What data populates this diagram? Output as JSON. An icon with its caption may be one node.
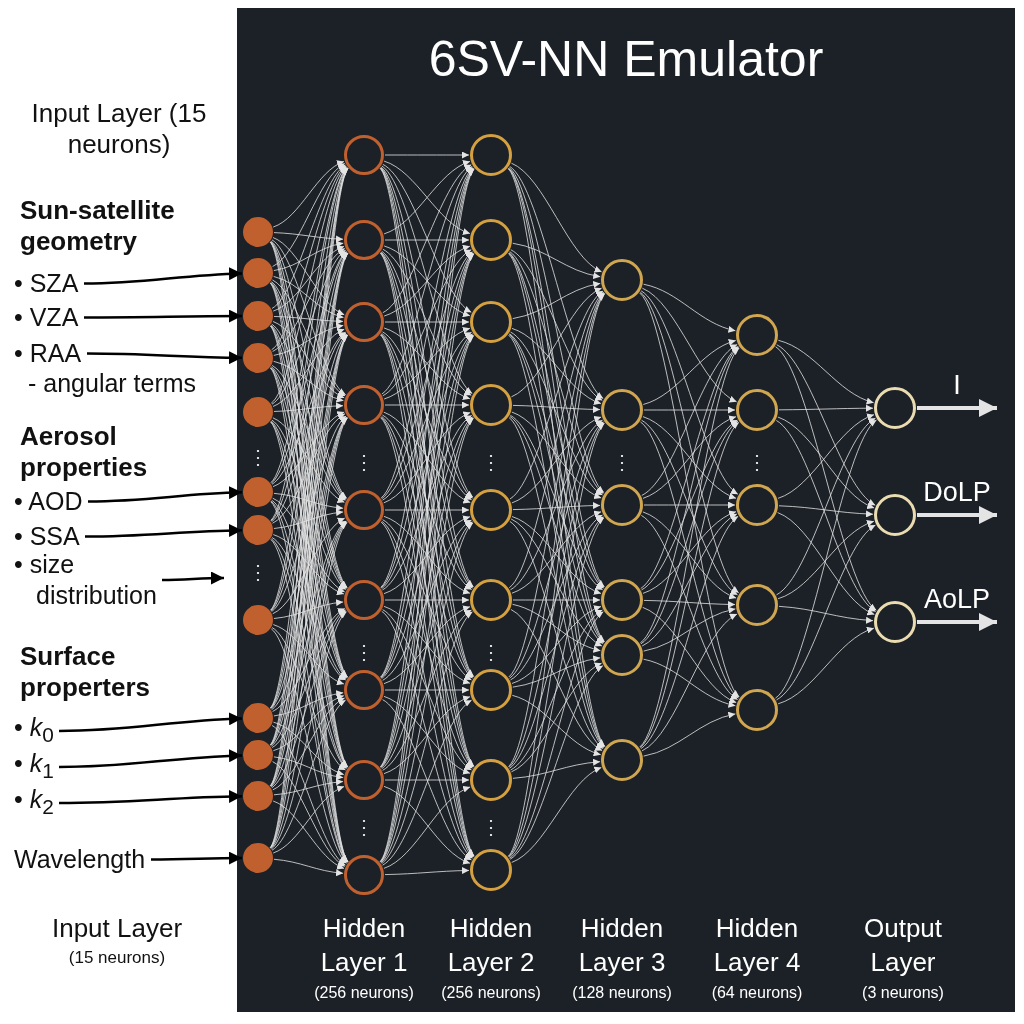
{
  "diagram": {
    "title": "6SV-NN Emulator",
    "nodes": [
      {
        "text": [
          "• SZA"
        ]
      },
      {
        "text": [
          "• VZA"
        ]
      },
      {
        "text": [
          "• RAA"
        ]
      },
      {
        "text": [
          "• AOD"
        ]
      },
      {
        "text": [
          "• SSA"
        ]
      },
      {
        "text": [
          "• size distribution"
        ]
      },
      {
        "text": [
          "• *k*$_{0}$"
        ]
      },
      {
        "text": [
          "• *k*$_{1}$"
        ]
      },
      {
        "text": [
          "• *k*$_{2}$"
        ]
      },
      {
        "text": [
          "Wavelength"
        ]
      },
      {
        "text": [],
        "shape": "circle"
      },
      {
        "text": [],
        "shape": "circle"
      },
      {
        "text": [],
        "shape": "circle"
      },
      {
        "text": [],
        "shape": "circle"
      },
      {
        "text": [],
        "shape": "circle"
      },
      {
        "text": [],
        "shape": "circle"
      },
      {
        "text": [],
        "shape": "circle"
      },
      {
        "text": [],
        "shape": "circle"
      },
      {
        "text": [],
        "shape": "circle"
      },
      {
        "text": [],
        "shape": "circle"
      },
      {
        "text": [],
        "shape": "circle"
      },
      {
        "text": [],
        "shape": "circle"
      },
      {
        "text": [],
        "shape": "circle"
      },
      {
        "text": [],
        "shape": "circle"
      },
      {
        "text": [],
        "shape": "circle"
      },
      {
        "text": [],
        "shape": "circle"
      },
      {
        "text": [],
        "shape": "circle"
      },
      {
        "text": [],
        "shape": "circle"
      },
      {
        "text": [],
        "shape": "circle"
      },
      {
        "text": [],
        "shape": "circle"
      },
      {
        "text": [],
        "shape": "circle"
      },
      {
        "text": [],
        "shape": "circle"
      },
      {
        "text": [],
        "shape": "circle"
      },
      {
        "text": [],
        "shape": "circle"
      },
      {
        "text": [],
        "shape": "circle"
      },
      {
        "text": [],
        "shape": "circle"
      },
      {
        "text": [],
        "shape": "circle"
      },
      {
        "text": [],
        "shape": "circle"
      },
      {
        "text": [],
        "shape": "circle"
      },
      {
        "text": [],
        "shape": "circle"
      },
      {
        "text": [],
        "shape": "circle"
      },
      {
        "text": [],
        "shape": "circle"
      },
      {
        "text": [],
        "shape": "circle"
      },
      {
        "text": [],
        "shape": "circle"
      },
      {
        "text": [],
        "shape": "circle"
      },
      {
        "text": [],
        "shape": "circle"
      },
      {
        "text": [],
        "shape": "circle"
      },
      {
        "text": [],
        "shape": "circle"
      },
      {
        "text": [],
        "shape": "circle"
      },
      {
        "text": [],
        "shape": "circle"
      },
      {
        "text": [],
        "shape": "circle"
      },
      {
        "text": [],
        "shape": "circle"
      },
      {
        "text": [],
        "shape": "circle"
      },
      {
        "text": [],
        "shape": "circle"
      }
    ],
    "edges": [
      {
        "from": 0,
        "to": 11,
        "arrow": "to",
        "color": "#000000"
      },
      {
        "from": 1,
        "to": 12,
        "arrow": "to",
        "color": "#000000"
      },
      {
        "from": 2,
        "to": 13,
        "arrow": "to",
        "color": "#000000"
      },
      {
        "from": 3,
        "to": 15,
        "arrow": "to",
        "color": "#000000"
      },
      {
        "from": 4,
        "to": 16,
        "arrow": "to",
        "color": "#000000"
      },
      {
        "from": 5,
        "to": null,
        "arrow": "to",
        "color": "#000000"
      },
      {
        "from": 6,
        "to": 18,
        "arrow": "to",
        "color": "#000000"
      },
      {
        "from": 7,
        "to": 19,
        "arrow": "to",
        "color": "#000000"
      },
      {
        "from": 8,
        "to": 20,
        "arrow": "to",
        "color": "#000000"
      },
      {
        "from": 9,
        "to": 21,
        "arrow": "to",
        "color": "#000000"
      },
      {
        "from": 10,
        "to": 22,
        "arrow": "to"
      },
      {
        "from": 10,
        "to": 23,
        "arrow": "to"
      },
      {
        "from": 10,
        "to": 24,
        "arrow": "to"
      },
      {
        "from": 10,
        "to": 25,
        "arrow": "to"
      },
      {
        "from": 10,
        "to": 26,
        "arrow": "to"
      },
      {
        "from": 10,
        "to": 27,
        "arrow": "to"
      },
      {
        "from": 10,
        "to": 28,
        "arrow": "to"
      },
      {
        "from": 10,
        "to": 29,
        "arrow": "to"
      },
      {
        "from": 10,
        "to": 30,
        "arrow": "to"
      },
      {
        "from": 11,
        "to": 22,
        "arrow": "to"
      },
      {
        "from": 11,
        "to": 23,
        "arrow": "to"
      },
      {
        "from": 11,
        "to": 24,
        "arrow": "to"
      },
      {
        "from": 11,
        "to": 25,
        "arrow": "to"
      },
      {
        "from": 11,
        "to": 26,
        "arrow": "to"
      },
      {
        "from": 11,
        "to": 27,
        "arrow": "to"
      },
      {
        "from": 11,
        "to": 28,
        "arrow": "to"
      },
      {
        "from": 11,
        "to": 29,
        "arrow": "to"
      },
      {
        "from": 11,
        "to": 30,
        "arrow": "to"
      },
      {
        "from": 12,
        "to": 22,
        "arrow": "to"
      },
      {
        "from": 12,
        "to": 23,
        "arrow": "to"
      },
      {
        "from": 12,
        "to": 24,
        "arrow": "to"
      },
      {
        "from": 12,
        "to": 25,
        "arrow": "to"
      },
      {
        "from": 12,
        "to": 26,
        "arrow": "to"
      },
      {
        "from": 12,
        "to": 27,
        "arrow": "to"
      },
      {
        "from": 12,
        "to": 28,
        "arrow": "to"
      },
      {
        "from": 12,
        "to": 29,
        "arrow": "to"
      },
      {
        "from": 12,
        "to": 30,
        "arrow": "to"
      },
      {
        "from": 13,
        "to": 22,
        "arrow": "to"
      },
      {
        "from": 13,
        "to": 23,
        "arrow": "to"
      },
      {
        "from": 13,
        "to": 24,
        "arrow": "to"
      },
      {
        "from": 13,
        "to": 25,
        "arrow": "to"
      },
      {
        "from": 13,
        "to": 26,
        "arrow": "to"
      },
      {
        "from": 13,
        "to": 27,
        "arrow": "to"
      },
      {
        "from": 13,
        "to": 28,
        "arrow": "to"
      },
      {
        "from": 13,
        "to": 29,
        "arrow": "to"
      },
      {
        "from": 13,
        "to": 30,
        "arrow": "to"
      },
      {
        "from": 14,
        "to": 22,
        "arrow": "to"
      },
      {
        "from": 14,
        "to": 23,
        "arrow": "to"
      },
      {
        "from": 14,
        "to": 24,
        "arrow": "to"
      },
      {
        "from": 14,
        "to": 25,
        "arrow": "to"
      },
      {
        "from": 14,
        "to": 26,
        "arrow": "to"
      },
      {
        "from": 14,
        "to": 27,
        "arrow": "to"
      },
      {
        "from": 14,
        "to": 28,
        "arrow": "to"
      },
      {
        "from": 14,
        "to": 29,
        "arrow": "to"
      },
      {
        "from": 14,
        "to": 30,
        "arrow": "to"
      },
      {
        "from": 15,
        "to": 22,
        "arrow": "to"
      },
      {
        "from": 15,
        "to": 23,
        "arrow": "to"
      },
      {
        "from": 15,
        "to": 24,
        "arrow": "to"
      },
      {
        "from": 15,
        "to": 25,
        "arrow": "to"
      },
      {
        "from": 15,
        "to": 26,
        "arrow": "to"
      },
      {
        "from": 15,
        "to": 27,
        "arrow": "to"
      },
      {
        "from": 15,
        "to": 28,
        "arrow": "to"
      },
      {
        "from": 15,
        "to": 29,
        "arrow": "to"
      },
      {
        "from": 15,
        "to": 30,
        "arrow": "to"
      },
      {
        "from": 16,
        "to": 22,
        "arrow": "to"
      },
      {
        "from": 16,
        "to": 23,
        "arrow": "to"
      },
      {
        "from": 16,
        "to": 24,
        "arrow": "to"
      },
      {
        "from": 16,
        "to": 25,
        "arrow": "to"
      },
      {
        "from": 16,
        "to": 26,
        "arrow": "to"
      },
      {
        "from": 16,
        "to": 27,
        "arrow": "to"
      },
      {
        "from": 16,
        "to": 28,
        "arrow": "to"
      },
      {
        "from": 16,
        "to": 29,
        "arrow": "to"
      },
      {
        "from": 16,
        "to": 30,
        "arrow": "to"
      },
      {
        "from": 17,
        "to": 22,
        "arrow": "to"
      },
      {
        "from": 17,
        "to": 23,
        "arrow": "to"
      },
      {
        "from": 17,
        "to": 24,
        "arrow": "to"
      },
      {
        "from": 17,
        "to": 25,
        "arrow": "to"
      },
      {
        "from": 17,
        "to": 26,
        "arrow": "to"
      },
      {
        "from": 17,
        "to": 27,
        "arrow": "to"
      },
      {
        "from": 17,
        "to": 28,
        "arrow": "to"
      },
      {
        "from": 17,
        "to": 29,
        "arrow": "to"
      },
      {
        "from": 17,
        "to": 30,
        "arrow": "to"
      },
      {
        "from": 18,
        "to": 22,
        "arrow": "to"
      },
      {
        "from": 18,
        "to": 23,
        "arrow": "to"
      },
      {
        "from": 18,
        "to": 24,
        "arrow": "to"
      },
      {
        "from": 18,
        "to": 25,
        "arrow": "to"
      },
      {
        "from": 18,
        "to": 26,
        "arrow": "to"
      },
      {
        "from": 18,
        "to": 27,
        "arrow": "to"
      },
      {
        "from": 18,
        "to": 28,
        "arrow": "to"
      },
      {
        "from": 18,
        "to": 29,
        "arrow": "to"
      },
      {
        "from": 18,
        "to": 30,
        "arrow": "to"
      },
      {
        "from": 19,
        "to": 22,
        "arrow": "to"
      },
      {
        "from": 19,
        "to": 23,
        "arrow": "to"
      },
      {
        "from": 19,
        "to": 24,
        "arrow": "to"
      },
      {
        "from": 19,
        "to": 25,
        "arrow": "to"
      },
      {
        "from": 19,
        "to": 26,
        "arrow": "to"
      },
      {
        "from": 19,
        "to": 27,
        "arrow": "to"
      },
      {
        "from": 19,
        "to": 28,
        "arrow": "to"
      },
      {
        "from": 19,
        "to": 29,
        "arrow": "to"
      },
      {
        "from": 19,
        "to": 30,
        "arrow": "to"
      },
      {
        "from": 20,
        "to": 22,
        "arrow": "to"
      },
      {
        "from": 20,
        "to": 23,
        "arrow": "to"
      },
      {
        "from": 20,
        "to": 24,
        "arrow": "to"
      },
      {
        "from": 20,
        "to": 25,
        "arrow": "to"
      },
      {
        "from": 20,
        "to": 26,
        "arrow": "to"
      },
      {
        "from": 20,
        "to": 27,
        "arrow": "to"
      },
      {
        "from": 20,
        "to": 28,
        "arrow": "to"
      },
      {
        "from": 20,
        "to": 29,
        "arrow": "to"
      },
      {
        "from": 20,
        "to": 30,
        "arrow": "to"
      },
      {
        "from": 21,
        "to": 22,
        "arrow": "to"
      },
      {
        "from": 21,
        "to": 23,
        "arrow": "to"
      },
      {
        "from": 21,
        "to": 24,
        "arrow": "to"
      },
      {
        "from": 21,
        "to": 25,
        "arrow": "to"
      },
      {
        "from": 21,
        "to": 26,
        "arrow": "to"
      },
      {
        "from": 21,
        "to": 27,
        "arrow": "to"
      },
      {
        "from": 21,
        "to": 28,
        "arrow": "to"
      },
      {
        "from": 21,
        "to": 29,
        "arrow": "to"
      },
      {
        "from": 21,
        "to": 30,
        "arrow": "to"
      },
      {
        "from": 22,
        "to": 31,
        "arrow": "to"
      },
      {
        "from": 22,
        "to": 32,
        "arrow": "to"
      },
      {
        "from": 22,
        "to": 33,
        "arrow": "to"
      },
      {
        "from": 22,
        "to": 34,
        "arrow": "to"
      },
      {
        "from": 22,
        "to": 35,
        "arrow": "to"
      },
      {
        "from": 22,
        "to": 36,
        "arrow": "to"
      },
      {
        "from": 22,
        "to": 37,
        "arrow": "to"
      },
      {
        "from": 22,
        "to": 38,
        "arrow": "to"
      },
      {
        "from": 22,
        "to": 39,
        "arrow": "to"
      },
      {
        "from": 23,
        "to": 31,
        "arrow": "to"
      },
      {
        "from": 23,
        "to": 32,
        "arrow": "to"
      },
      {
        "from": 23,
        "to": 33,
        "arrow": "to"
      },
      {
        "from": 23,
        "to": 34,
        "arrow": "to"
      },
      {
        "from": 23,
        "to": 35,
        "arrow": "to"
      },
      {
        "from": 23,
        "to": 36,
        "arrow": "to"
      },
      {
        "from": 23,
        "to": 37,
        "arrow": "to"
      },
      {
        "from": 23,
        "to": 38,
        "arrow": "to"
      },
      {
        "from": 23,
        "to": 39,
        "arrow": "to"
      },
      {
        "from": 24,
        "to": 31,
        "arrow": "to"
      },
      {
        "from": 24,
        "to": 32,
        "arrow": "to"
      },
      {
        "from": 24,
        "to": 33,
        "arrow": "to"
      },
      {
        "from": 24,
        "to": 34,
        "arrow": "to"
      },
      {
        "from": 24,
        "to": 35,
        "arrow": "to"
      },
      {
        "from": 24,
        "to": 36,
        "arrow": "to"
      },
      {
        "from": 24,
        "to": 37,
        "arrow": "to"
      },
      {
        "from": 24,
        "to": 38,
        "arrow": "to"
      },
      {
        "from": 24,
        "to": 39,
        "arrow": "to"
      },
      {
        "from": 25,
        "to": 31,
        "arrow": "to"
      },
      {
        "from": 25,
        "to": 32,
        "arrow": "to"
      },
      {
        "from": 25,
        "to": 33,
        "arrow": "to"
      },
      {
        "from": 25,
        "to": 34,
        "arrow": "to"
      },
      {
        "from": 25,
        "to": 35,
        "arrow": "to"
      },
      {
        "from": 25,
        "to": 36,
        "arrow": "to"
      },
      {
        "from": 25,
        "to": 37,
        "arrow": "to"
      },
      {
        "from": 25,
        "to": 38,
        "arrow": "to"
      },
      {
        "from": 25,
        "to": 39,
        "arrow": "to"
      },
      {
        "from": 26,
        "to": 31,
        "arrow": "to"
      },
      {
        "from": 26,
        "to": 32,
        "arrow": "to"
      },
      {
        "from": 26,
        "to": 33,
        "arrow": "to"
      },
      {
        "from": 26,
        "to": 34,
        "arrow": "to"
      },
      {
        "from": 26,
        "to": 35,
        "arrow": "to"
      },
      {
        "from": 26,
        "to": 36,
        "arrow": "to"
      },
      {
        "from": 26,
        "to": 37,
        "arrow": "to"
      },
      {
        "from": 26,
        "to": 38,
        "arrow": "to"
      },
      {
        "from": 26,
        "to": 39,
        "arrow": "to"
      },
      {
        "from": 27,
        "to": 31,
        "arrow": "to"
      },
      {
        "from": 27,
        "to": 32,
        "arrow": "to"
      },
      {
        "from": 27,
        "to": 33,
        "arrow": "to"
      },
      {
        "from": 27,
        "to": 34,
        "arrow": "to"
      },
      {
        "from": 27,
        "to": 35,
        "arrow": "to"
      },
      {
        "from": 27,
        "to": 36,
        "arrow": "to"
      },
      {
        "from": 27,
        "to": 37,
        "arrow": "to"
      },
      {
        "from": 27,
        "to": 38,
        "arrow": "to"
      },
      {
        "from": 27,
        "to": 39,
        "arrow": "to"
      },
      {
        "from": 28,
        "to": 31,
        "arrow": "to"
      },
      {
        "from": 28,
        "to": 32,
        "arrow": "to"
      },
      {
        "from": 28,
        "to": 33,
        "arrow": "to"
      },
      {
        "from": 28,
        "to": 34,
        "arrow": "to"
      },
      {
        "from": 28,
        "to": 35,
        "arrow": "to"
      },
      {
        "from": 28,
        "to": 36,
        "arrow": "to"
      },
      {
        "from": 28,
        "to": 37,
        "arrow": "to"
      },
      {
        "from": 28,
        "to": 38,
        "arrow": "to"
      },
      {
        "from": 28,
        "to": 39,
        "arrow": "to"
      },
      {
        "from": 29,
        "to": 31,
        "arrow": "to"
      },
      {
        "from": 29,
        "to": 32,
        "arrow": "to"
      },
      {
        "from": 29,
        "to": 33,
        "arrow": "to"
      },
      {
        "from": 29,
        "to": 34,
        "arrow": "to"
      },
      {
        "from": 29,
        "to": 35,
        "arrow": "to"
      },
      {
        "from": 29,
        "to": 36,
        "arrow": "to"
      },
      {
        "from": 29,
        "to": 37,
        "arrow": "to"
      },
      {
        "from": 29,
        "to": 38,
        "arrow": "to"
      },
      {
        "from": 29,
        "to": 39,
        "arrow": "to"
      },
      {
        "from": 30,
        "to": 31,
        "arrow": "to"
      },
      {
        "from": 30,
        "to": 32,
        "arrow": "to"
      },
      {
        "from": 30,
        "to": 33,
        "arrow": "to"
      },
      {
        "from": 30,
        "to": 34,
        "arrow": "to"
      },
      {
        "from": 30,
        "to": 35,
        "arrow": "to"
      },
      {
        "from": 30,
        "to": 36,
        "arrow": "to"
      },
      {
        "from": 30,
        "to": 37,
        "arrow": "to"
      },
      {
        "from": 30,
        "to": 38,
        "arrow": "to"
      },
      {
        "from": 30,
        "to": 39,
        "arrow": "to"
      },
      {
        "from": 31,
        "to": 40,
        "arrow": "to"
      },
      {
        "from": 31,
        "to": 41,
        "arrow": "to"
      },
      {
        "from": 31,
        "to": 42,
        "arrow": "to"
      },
      {
        "from": 31,
        "to": 43,
        "arrow": "to"
      },
      {
        "from": 31,
        "to": 44,
        "arrow": "to"
      },
      {
        "from": 31,
        "to": 45,
        "arrow": "to"
      },
      {
        "from": 32,
        "to": 40,
        "arrow": "to"
      },
      {
        "from": 32,
        "to": 41,
        "arrow": "to"
      },
      {
        "from": 32,
        "to": 42,
        "arrow": "to"
      },
      {
        "from": 32,
        "to": 43,
        "arrow": "to"
      },
      {
        "from": 32,
        "to": 44,
        "arrow": "to"
      },
      {
        "from": 32,
        "to": 45,
        "arrow": "to"
      },
      {
        "from": 33,
        "to": 40,
        "arrow": "to"
      },
      {
        "from": 33,
        "to": 41,
        "arrow": "to"
      },
      {
        "from": 33,
        "to": 42,
        "arrow": "to"
      },
      {
        "from": 33,
        "to": 43,
        "arrow": "to"
      },
      {
        "from": 33,
        "to": 44,
        "arrow": "to"
      },
      {
        "from": 33,
        "to": 45,
        "arrow": "to"
      },
      {
        "from": 34,
        "to": 40,
        "arrow": "to"
      },
      {
        "from": 34,
        "to": 41,
        "arrow": "to"
      },
      {
        "from": 34,
        "to": 42,
        "arrow": "to"
      },
      {
        "from": 34,
        "to": 43,
        "arrow": "to"
      },
      {
        "from": 34,
        "to": 44,
        "arrow": "to"
      },
      {
        "from": 34,
        "to": 45,
        "arrow": "to"
      },
      {
        "from": 35,
        "to": 40,
        "arrow": "to"
      },
      {
        "from": 35,
        "to": 41,
        "arrow": "to"
      },
      {
        "from": 35,
        "to": 42,
        "arrow": "to"
      },
      {
        "from": 35,
        "to": 43,
        "arrow": "to"
      },
      {
        "from": 35,
        "to": 44,
        "arrow": "to"
      },
      {
        "from": 35,
        "to": 45,
        "arrow": "to"
      },
      {
        "from": 36,
        "to": 40,
        "arrow": "to"
      },
      {
        "from": 36,
        "to": 41,
        "arrow": "to"
      },
      {
        "from": 36,
        "to": 42,
        "arrow": "to"
      },
      {
        "from": 36,
        "to": 43,
        "arrow": "to"
      },
      {
        "from": 36,
        "to": 44,
        "arrow": "to"
      },
      {
        "from": 36,
        "to": 45,
        "arrow": "to"
      },
      {
        "from": 37,
        "to": 40,
        "arrow": "to"
      },
      {
        "from": 37,
        "to": 41,
        "arrow": "to"
      },
      {
        "from": 37,
        "to": 42,
        "arrow": "to"
      },
      {
        "from": 37,
        "to": 43,
        "arrow": "to"
      },
      {
        "from": 37,
        "to": 44,
        "arrow": "to"
      },
      {
        "from": 37,
        "to": 45,
        "arrow": "to"
      },
      {
        "from": 38,
        "to": 40,
        "arrow": "to"
      },
      {
        "from": 38,
        "to": 41,
        "arrow": "to"
      },
      {
        "from": 38,
        "to": 42,
        "arrow": "to"
      },
      {
        "from": 38,
        "to": 43,
        "arrow": "to"
      },
      {
        "from": 38,
        "to": 44,
        "arrow": "to"
      },
      {
        "from": 38,
        "to": 45,
        "arrow": "to"
      },
      {
        "from": 39,
        "to": 40,
        "arrow": "to"
      },
      {
        "from": 39,
        "to": 41,
        "arrow": "to"
      },
      {
        "from": 39,
        "to": 42,
        "arrow": "to"
      },
      {
        "from": 39,
        "to": 43,
        "arrow": "to"
      },
      {
        "from": 39,
        "to": 44,
        "arrow": "to"
      },
      {
        "from": 39,
        "to": 45,
        "arrow": "to"
      },
      {
        "from": 40,
        "to": 46,
        "arrow": "to"
      },
      {
        "from": 40,
        "to": 47,
        "arrow": "to"
      },
      {
        "from": 40,
        "to": 48,
        "arrow": "to"
      },
      {
        "from": 40,
        "to": 49,
        "arrow": "to"
      },
      {
        "from": 40,
        "to": 50,
        "arrow": "to"
      },
      {
        "from": 41,
        "to": 46,
        "arrow": "to"
      },
      {
        "from": 41,
        "to": 47,
        "arrow": "to"
      },
      {
        "from": 41,
        "to": 48,
        "arrow": "to"
      },
      {
        "from": 41,
        "to": 49,
        "arrow": "to"
      },
      {
        "from": 41,
        "to": 50,
        "arrow": "to"
      },
      {
        "from": 42,
        "to": 46,
        "arrow": "to"
      },
      {
        "from": 42,
        "to": 47,
        "arrow": "to"
      },
      {
        "from": 42,
        "to": 48,
        "arrow": "to"
      },
      {
        "from": 42,
        "to": 49,
        "arrow": "to"
      },
      {
        "from": 42,
        "to": 50,
        "arrow": "to"
      },
      {
        "from": 43,
        "to": 46,
        "arrow": "to"
      },
      {
        "from": 43,
        "to": 47,
        "arrow": "to"
      },
      {
        "from": 43,
        "to": 48,
        "arrow": "to"
      },
      {
        "from": 43,
        "to": 49,
        "arrow": "to"
      },
      {
        "from": 43,
        "to": 50,
        "arrow": "to"
      },
      {
        "from": 44,
        "to": 46,
        "arrow": "to"
      },
      {
        "from": 44,
        "to": 47,
        "arrow": "to"
      },
      {
        "from": 44,
        "to": 48,
        "arrow": "to"
      },
      {
        "from": 44,
        "to": 49,
        "arrow": "to"
      },
      {
        "from": 44,
        "to": 50,
        "arrow": "to"
      },
      {
        "from": 45,
        "to": 46,
        "arrow": "to"
      },
      {
        "from": 45,
        "to": 47,
        "arrow": "to"
      },
      {
        "from": 45,
        "to": 48,
        "arrow": "to"
      },
      {
        "from": 45,
        "to": 49,
        "arrow": "to"
      },
      {
        "from": 45,
        "to": 50,
        "arrow": "to"
      },
      {
        "from": 46,
        "to": 51,
        "arrow": "to"
      },
      {
        "from": 46,
        "to": 52,
        "arrow": "to"
      },
      {
        "from": 46,
        "to": 53,
        "arrow": "to"
      },
      {
        "from": 47,
        "to": 51,
        "arrow": "to"
      },
      {
        "from": 47,
        "to": 52,
        "arrow": "to"
      },
      {
        "from": 47,
        "to": 53,
        "arrow": "to"
      },
      {
        "from": 48,
        "to": 51,
        "arrow": "to"
      },
      {
        "from": 48,
        "to": 52,
        "arrow": "to"
      },
      {
        "from": 48,
        "to": 53,
        "arrow": "to"
      },
      {
        "from": 49,
        "to": 51,
        "arrow": "to"
      },
      {
        "from": 49,
        "to": 52,
        "arrow": "to"
      },
      {
        "from": 49,
        "to": 53,
        "arrow": "to"
      },
      {
        "from": 50,
        "to": 51,
        "arrow": "to"
      },
      {
        "from": 50,
        "to": 52,
        "arrow": "to"
      },
      {
        "from": 50,
        "to": 53,
        "arrow": "to"
      },
      {
        "from": 51,
        "to": null,
        "arrow": "to",
        "label": "I",
        "style": "thick"
      },
      {
        "from": 52,
        "to": null,
        "arrow": "to",
        "label": "DoLP",
        "style": "thick"
      },
      {
        "from": 53,
        "to": null,
        "arrow": "to",
        "label": "AoLP",
        "style": "thick"
      }
    ],
    "labels": [
      "Input Layer (15 neurons)",
      "Sun-satellite geometry",
      "- angular terms",
      "Aerosol properties",
      "Surface properters",
      "⋮",
      "⋮",
      "⋮",
      "⋮",
      "⋮",
      "⋮",
      "⋮",
      "⋮",
      "⋮",
      "⋮",
      "Input Layer",
      "(15 neurons)",
      "Hidden Layer 1",
      "(256 neurons)",
      "Hidden Layer 2",
      "(256 neurons)",
      "Hidden Layer 3",
      "(128 neurons)",
      "Hidden Layer 4",
      "(64 neurons)",
      "Output Layer",
      "(3 neurons)"
    ]
  }
}
